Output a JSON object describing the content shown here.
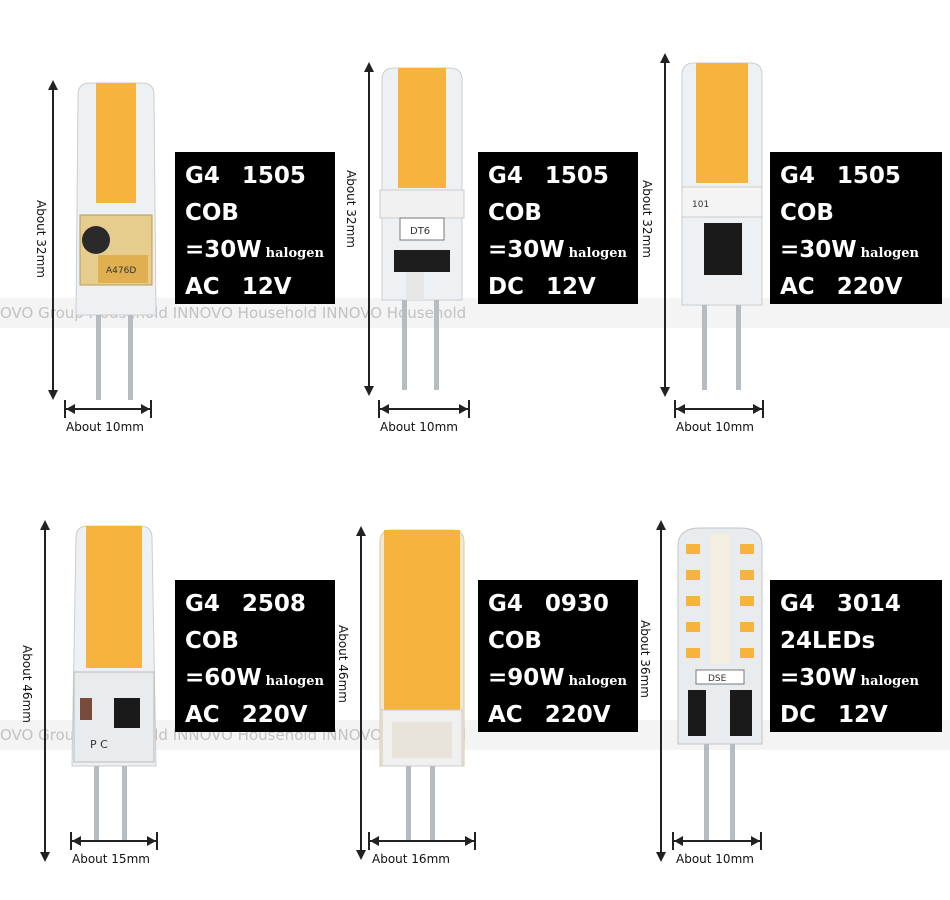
{
  "watermark": "OVO Group  Household   INNOVO Household      INNOVO Household",
  "products": [
    {
      "height_label": "About 32mm",
      "width_label": "About 10mm",
      "spec": {
        "base": "G4",
        "model": "1505",
        "type": "COB",
        "power": "=30W",
        "halogen": "halogen",
        "current": "AC",
        "voltage": "12V"
      },
      "bulb_style": "cob-driver",
      "marking": "A476D"
    },
    {
      "height_label": "About 32mm",
      "width_label": "About 10mm",
      "spec": {
        "base": "G4",
        "model": "1505",
        "type": "COB",
        "power": "=30W",
        "halogen": "halogen",
        "current": "DC",
        "voltage": "12V"
      },
      "bulb_style": "cob-dc",
      "marking": "DT6"
    },
    {
      "height_label": "About 32mm",
      "width_label": "About 10mm",
      "spec": {
        "base": "G4",
        "model": "1505",
        "type": "COB",
        "power": "=30W",
        "halogen": "halogen",
        "current": "AC",
        "voltage": "220V"
      },
      "bulb_style": "cob-ac",
      "marking": "101"
    },
    {
      "height_label": "About 46mm",
      "width_label": "About 15mm",
      "spec": {
        "base": "G4",
        "model": "2508",
        "type": "COB",
        "power": "=60W",
        "halogen": "halogen",
        "current": "AC",
        "voltage": "220V"
      },
      "bulb_style": "cob-tall",
      "marking": "P  C"
    },
    {
      "height_label": "About 46mm",
      "width_label": "About 16mm",
      "spec": {
        "base": "G4",
        "model": "0930",
        "type": "COB",
        "power": "=90W",
        "halogen": "halogen",
        "current": "AC",
        "voltage": "220V"
      },
      "bulb_style": "cob-wide",
      "marking": ""
    },
    {
      "height_label": "About 36mm",
      "width_label": "About 10mm",
      "spec": {
        "base": "G4",
        "model": "3014",
        "type": "24LEDs",
        "power": "=30W",
        "halogen": "halogen",
        "current": "DC",
        "voltage": "12V"
      },
      "bulb_style": "smd",
      "marking": "DSE"
    }
  ],
  "colors": {
    "led_yellow": "#f6b33d",
    "spec_bg": "#000000",
    "spec_text": "#ffffff"
  }
}
